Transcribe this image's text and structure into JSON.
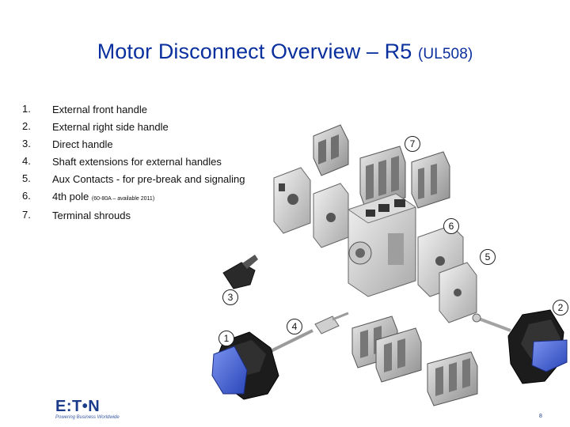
{
  "slide": {
    "title_main": "Motor Disconnect Overview – R5",
    "title_suffix": "(UL508)",
    "items": [
      {
        "num": "1.",
        "text": "External front handle"
      },
      {
        "num": "2.",
        "text": "External right side handle"
      },
      {
        "num": "3.",
        "text": "Direct handle"
      },
      {
        "num": "4.",
        "text": "Shaft extensions for external handles"
      },
      {
        "num": "5.",
        "text": "Aux Contacts - for pre-break and signaling"
      },
      {
        "num": "6.",
        "text": "4th pole",
        "note": "(60-80A – available 2011)"
      },
      {
        "num": "7.",
        "text": "Terminal shrouds"
      }
    ],
    "callouts": [
      "1",
      "2",
      "3",
      "4",
      "5",
      "6",
      "7"
    ],
    "logo_text": "E:T•N",
    "logo_tagline": "Powering Business Worldwide",
    "page_number": "8",
    "colors": {
      "title": "#0a2f9e",
      "handle_blue": "#3d5fd0",
      "logo": "#1a3a8a"
    }
  }
}
